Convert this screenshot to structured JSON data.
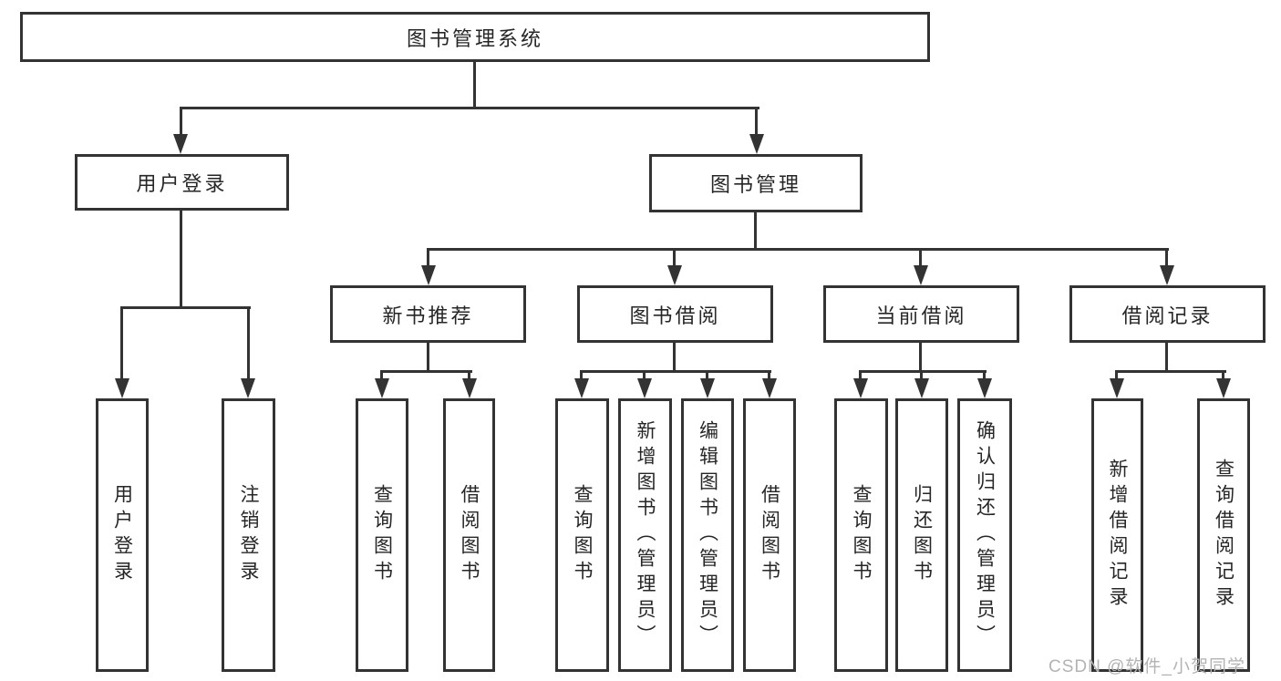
{
  "diagram": {
    "type": "tree",
    "root": {
      "label": "图书管理系统",
      "children": [
        {
          "label": "用户登录",
          "children": [
            {
              "label": "用户登录"
            },
            {
              "label": "注销登录"
            }
          ]
        },
        {
          "label": "图书管理",
          "children": [
            {
              "label": "新书推荐",
              "children": [
                {
                  "label": "查询图书"
                },
                {
                  "label": "借阅图书"
                }
              ]
            },
            {
              "label": "图书借阅",
              "children": [
                {
                  "label": "查询图书"
                },
                {
                  "label": "新增图书（管理员）"
                },
                {
                  "label": "编辑图书（管理员）"
                },
                {
                  "label": "借阅图书"
                }
              ]
            },
            {
              "label": "当前借阅",
              "children": [
                {
                  "label": "查询图书"
                },
                {
                  "label": "归还图书"
                },
                {
                  "label": "确认归还（管理员）"
                }
              ]
            },
            {
              "label": "借阅记录",
              "children": [
                {
                  "label": "新增借阅记录"
                },
                {
                  "label": "查询借阅记录"
                }
              ]
            }
          ]
        }
      ]
    }
  },
  "colors": {
    "line": "#333333",
    "box_background": "#ffffff",
    "text": "#262626",
    "watermark": "#b3b3b3"
  },
  "watermark": {
    "text": "CSDN @软件_小贺同学"
  }
}
